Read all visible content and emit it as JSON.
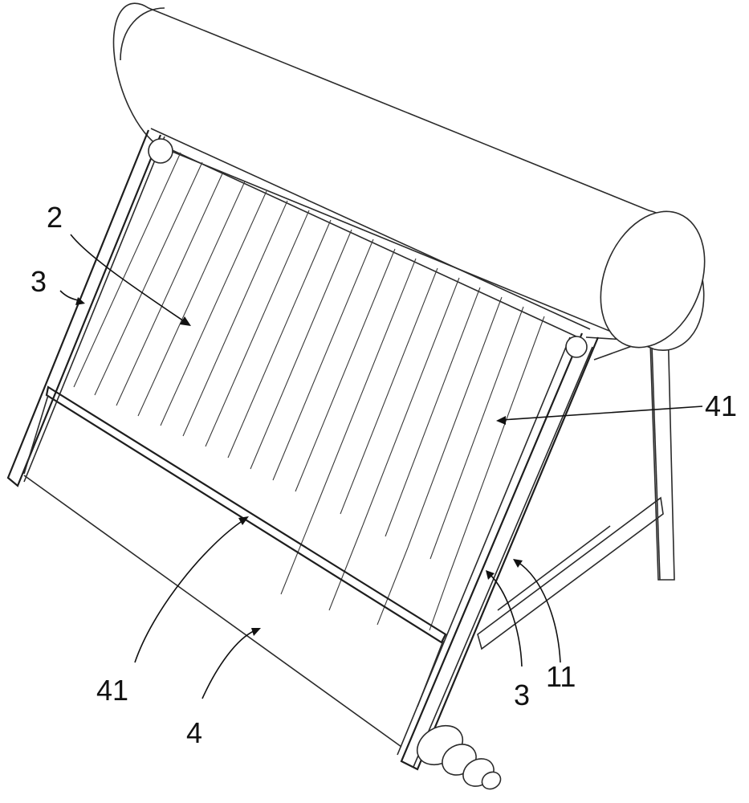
{
  "labels": {
    "collector_tubes": "2",
    "slide_rail_left": "3",
    "slide_rail_right": "3",
    "cover_marker_right": "41",
    "cover_marker_bottom": "41",
    "roller_cover": "4",
    "support_frame": "11"
  }
}
